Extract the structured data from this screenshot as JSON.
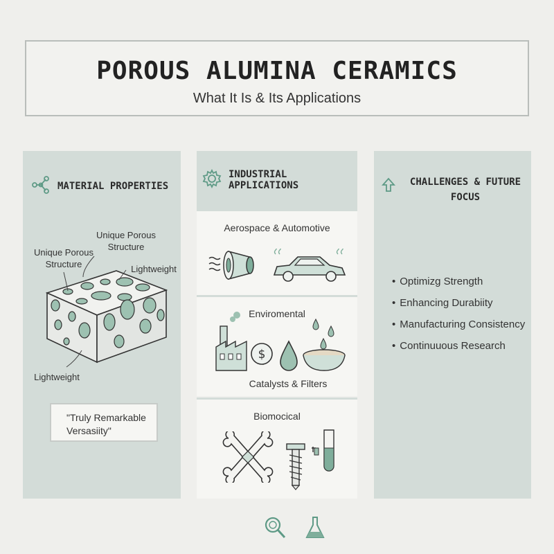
{
  "header": {
    "title": "POROUS ALUMINA CERAMICS",
    "subtitle": "What It Is & Its Applications"
  },
  "material": {
    "heading": "MATERIAL PROPERTIES",
    "icon": "molecule-icon",
    "labels": {
      "unique_top": "Unique Porous Structure",
      "unique_left": "Unique Porous Structure",
      "lightweight_right": "Lightweight",
      "lightweight_bottom": "Lightweight"
    },
    "quote": "\"Truly Remarkable Versasiity\""
  },
  "applications": {
    "heading": "INDUSTRIAL APPLICATIONS",
    "icon": "gear-icon",
    "cards": [
      {
        "title": "Aerospace & Automotive"
      },
      {
        "title": "Enviromental",
        "subtitle": "Catalysts & Filters"
      },
      {
        "title": "Biomocical"
      }
    ]
  },
  "future": {
    "heading": "CHALLENGES & FUTURE FOCUS",
    "icon": "arrow-up-icon",
    "bullets": [
      "Optimizg Strength",
      "Enhancing Durabiity",
      "Manufacturing Consistency",
      "Continuuous Research"
    ]
  },
  "footer": {
    "icons": [
      "magnifier-icon",
      "flask-icon"
    ]
  },
  "colors": {
    "accent": "#5e9a86",
    "panel": "#d3dcd8",
    "background": "#efefec"
  }
}
